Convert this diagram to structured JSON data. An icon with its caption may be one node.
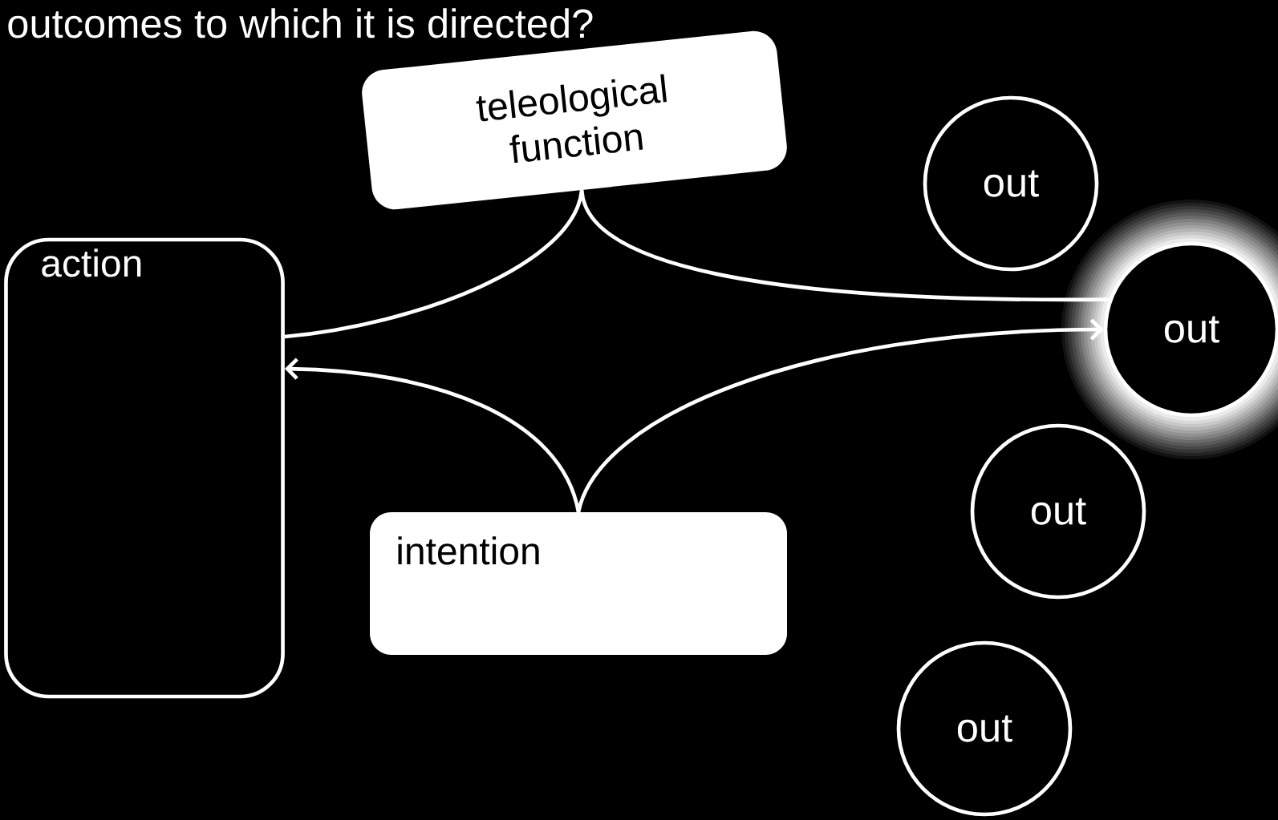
{
  "diagram": {
    "nodes": [
      {
        "text": [
          "teleological function"
        ]
      },
      {
        "text": [
          "action"
        ]
      },
      {
        "text": [
          "intention"
        ]
      },
      {
        "text": [
          "out"
        ]
      },
      {
        "text": [
          "out"
        ]
      },
      {
        "text": [
          "out"
        ]
      },
      {
        "text": [
          "out"
        ]
      }
    ],
    "edges": [
      {
        "from": 0,
        "to": 1,
        "arrow": "none"
      },
      {
        "from": 0,
        "to": 4,
        "arrow": "none"
      },
      {
        "from": 2,
        "to": 1,
        "arrow": "to"
      },
      {
        "from": 2,
        "to": 4,
        "arrow": "to"
      }
    ],
    "labels": [
      "outcomes to which it is directed?"
    ]
  }
}
